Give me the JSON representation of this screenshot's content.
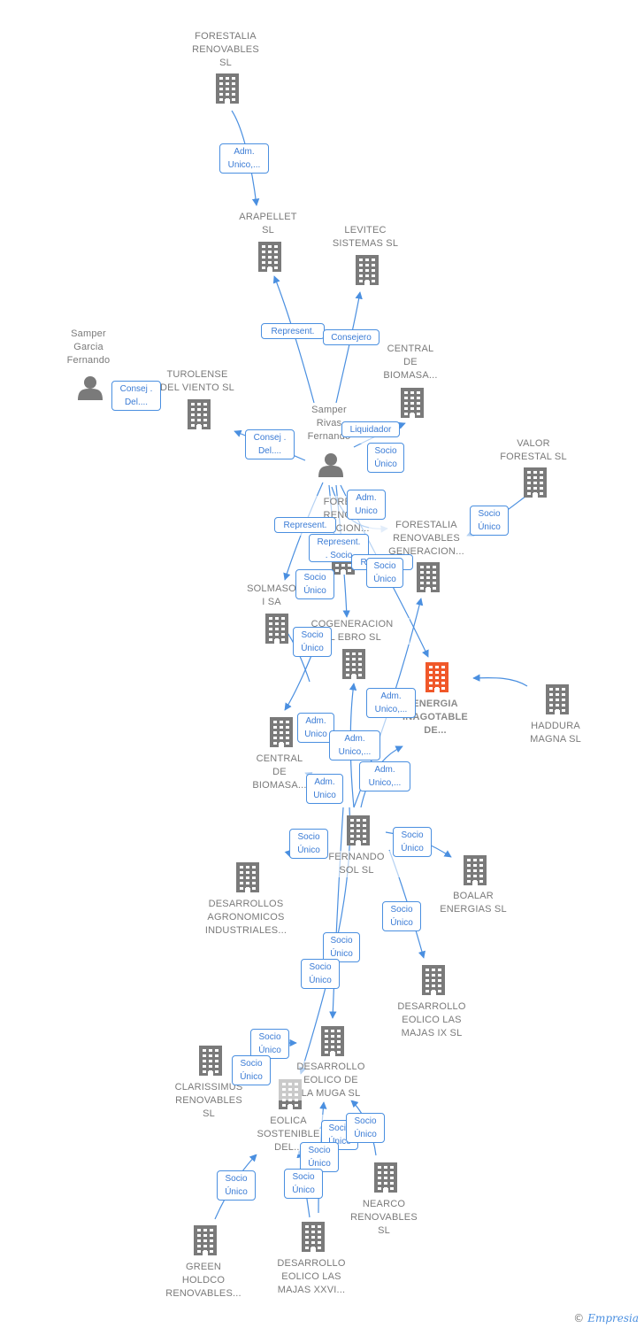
{
  "nodes": [
    {
      "id": "n_forestalia_top",
      "label": "FORESTALIA\nRENOVABLES\nSL",
      "kind": "company"
    },
    {
      "id": "n_arapellet",
      "label": "ARAPELLET\nSL",
      "kind": "company"
    },
    {
      "id": "n_levitec",
      "label": "LEVITEC\nSISTEMAS  SL",
      "kind": "company"
    },
    {
      "id": "n_samper_garcia",
      "label": "Samper\nGarcia\nFernando",
      "kind": "person"
    },
    {
      "id": "n_turolense",
      "label": "TUROLENSE\nDEL VIENTO SL",
      "kind": "company"
    },
    {
      "id": "n_central_top",
      "label": "CENTRAL\nDE\nBIOMASA...",
      "kind": "company"
    },
    {
      "id": "n_samper_rivas",
      "label": "Samper\nRivas\nFernando",
      "kind": "person"
    },
    {
      "id": "n_valor",
      "label": "VALOR\nFORESTAL SL",
      "kind": "company"
    },
    {
      "id": "n_forest_ren_gen_a",
      "label": "FORES...\nRENOV...\n...ACION...",
      "kind": "company"
    },
    {
      "id": "n_forest_ren_gen_b",
      "label": "FORESTALIA\nRENOVABLES\nGENERACION...",
      "kind": "company"
    },
    {
      "id": "n_solmaso",
      "label": "SOLMASO\nI SA",
      "kind": "company"
    },
    {
      "id": "n_cogeneracion",
      "label": "COGENERACION\nEL EBRO  SL",
      "kind": "company"
    },
    {
      "id": "n_energia",
      "label": "ENERGIA\nINAGOTABLE\nDE...",
      "kind": "focus"
    },
    {
      "id": "n_haddura",
      "label": "HADDURA\nMAGNA  SL",
      "kind": "company"
    },
    {
      "id": "n_central_mid",
      "label": "CENTRAL\nDE\nBIOMASA...",
      "kind": "company"
    },
    {
      "id": "n_fernando_sol",
      "label": "FERNANDO\nSOL SL",
      "kind": "company"
    },
    {
      "id": "n_desarrollos_agro",
      "label": "DESARROLLOS\nAGRONOMICOS\nINDUSTRIALES...",
      "kind": "company"
    },
    {
      "id": "n_boalar",
      "label": "BOALAR\nENERGIAS  SL",
      "kind": "company"
    },
    {
      "id": "n_majas_ix",
      "label": "DESARROLLO\nEOLICO LAS\nMAJAS IX  SL",
      "kind": "company"
    },
    {
      "id": "n_muga",
      "label": "DESARROLLO\nEOLICO DE\nLA MUGA SL",
      "kind": "company"
    },
    {
      "id": "n_clarissimus",
      "label": "CLARISSIMUS\nRENOVABLES\nSL",
      "kind": "company"
    },
    {
      "id": "n_eolica_sost",
      "label": "EOLICA\nSOSTENIBLE\nDEL...",
      "kind": "company"
    },
    {
      "id": "n_nearco",
      "label": "NEARCO\nRENOVABLES\nSL",
      "kind": "company"
    },
    {
      "id": "n_green_holdco",
      "label": "GREEN\nHOLDCO\nRENOVABLES...",
      "kind": "company"
    },
    {
      "id": "n_majas_xxvi",
      "label": "DESARROLLO\nEOLICO LAS\nMAJAS XXVI...",
      "kind": "company"
    }
  ],
  "edge_labels": [
    "Adm.\nUnico,...",
    "Represent.",
    "Consejero",
    "Consej .\nDel....",
    "Consej .\nDel....",
    "Liquidador",
    "Socio\nÚnico",
    "Adm.\nUnico",
    "Socio\nÚnico",
    "Represent.",
    "Represent.\n. Socio",
    "Represent.",
    "Socio\nÚnico",
    "Socio\nÚnico",
    "Socio\nÚnico",
    "Adm.\nUnico,...",
    "Adm.\nUnico",
    "Adm.\nUnico,...",
    "Adm.\nUnico",
    "Adm.\nUnico,...",
    "Socio\nÚnico",
    "Socio\nÚnico",
    "Socio\nÚnico",
    "Socio\nÚnico",
    "Socio\nÚnico",
    "Socio\nÚnico",
    "Socio\nÚnico",
    "Socio\nÚnico",
    "Socio\nÚnico",
    "Socio\nÚnico",
    "Socio\nÚnico",
    "Socio\nÚnico"
  ],
  "colors": {
    "edge": "#4a8fe0",
    "node": "#7a7a7a",
    "focus": "#f0582a"
  },
  "footer": {
    "copyright": "©",
    "brand": "Empresia"
  }
}
